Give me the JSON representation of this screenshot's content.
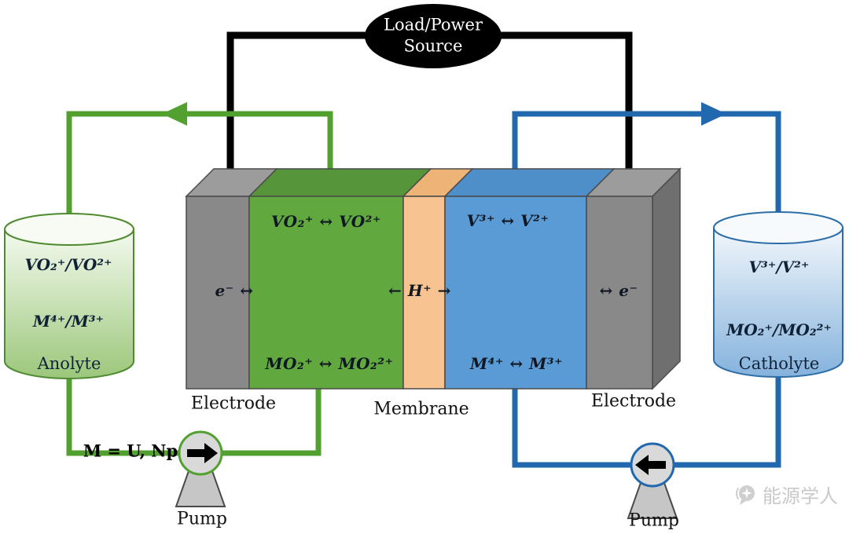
{
  "colors": {
    "green_cell": "#61a83f",
    "green_cell_top": "#569539",
    "blue_cell": "#5b9bd5",
    "blue_cell_top": "#4e8ec9",
    "membrane": "#f7c391",
    "membrane_top": "#edb377",
    "electrode_gray": "#898989",
    "electrode_gray_top": "#9c9c9c",
    "electrode_gray_side": "#6f6f6f",
    "pipe_green": "#52a130",
    "pipe_blue": "#2268ae",
    "wire_black": "#000000"
  },
  "load_power_source": {
    "line1": "Load/Power",
    "line2": "Source"
  },
  "stack": {
    "left_electrode_label": "Electrode",
    "membrane_label": "Membrane",
    "right_electrode_label": "Electrode",
    "green_half_cell": {
      "top_reaction": "VO₂⁺ ↔ VO²⁺",
      "bottom_reaction": "MO₂⁺ ↔ MO₂²⁺",
      "electron_transfer": "e⁻ ↔"
    },
    "membrane_transport": "← H⁺ →",
    "blue_half_cell": {
      "top_reaction": "V³⁺ ↔ V²⁺",
      "bottom_reaction": "M⁴⁺ ↔ M³⁺",
      "electron_transfer": "↔ e⁻"
    }
  },
  "anolyte_tank": {
    "species1": "VO₂⁺/VO²⁺",
    "species2": "M⁴⁺/M³⁺",
    "label": "Anolyte"
  },
  "catholyte_tank": {
    "species1": "V³⁺/V²⁺",
    "species2": "MO₂⁺/MO₂²⁺",
    "label": "Catholyte"
  },
  "notes": {
    "metal_definition": "M = U, Np"
  },
  "pumps": {
    "left": "Pump",
    "right": "Pump"
  },
  "watermark": "能源学人"
}
